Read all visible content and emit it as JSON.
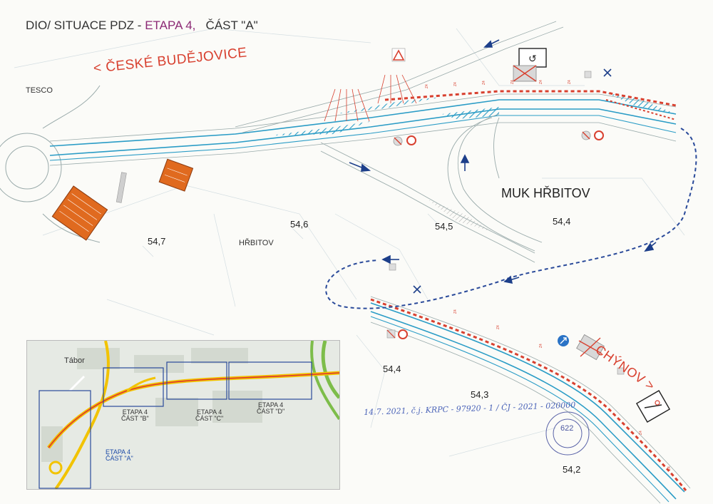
{
  "header": {
    "title_prefix": "DIO/ SITUACE PDZ - ",
    "title_etapa": "ETAPA 4,",
    "title_part": "ČÁST \"A\""
  },
  "map": {
    "direction_west": "< ČESKÉ BUDĚJOVICE",
    "direction_east": "CHÝNOV >",
    "junction": "MUK HŘBITOV",
    "places": {
      "tesco": "TESCO",
      "hrbitov": "HŘBITOV"
    },
    "kilometers": [
      "54,7",
      "54,6",
      "54,5",
      "54,4",
      "54,4",
      "54,3",
      "54,2"
    ],
    "handwritten_note": "14.7. 2021, č.j. KRPC - 97920 - 1 / ČJ - 2021 - 020000",
    "stamp_number": "622",
    "colors": {
      "road": "#2a9cc6",
      "marking": "#d8402f",
      "direction_text": "#d8402f",
      "arrows": "#1d3f8a",
      "detour": "#2a4a9a",
      "sign_orange": "#e06a1f"
    }
  },
  "inset": {
    "town": "Tábor",
    "parts": [
      {
        "line1": "ETAPA 4",
        "line2": "ČÁST \"A\""
      },
      {
        "line1": "ETAPA 4",
        "line2": "ČÁST \"B\""
      },
      {
        "line1": "ETAPA 4",
        "line2": "ČÁST \"C\""
      },
      {
        "line1": "ETAPA 4",
        "line2": "ČÁST \"D\""
      }
    ]
  }
}
